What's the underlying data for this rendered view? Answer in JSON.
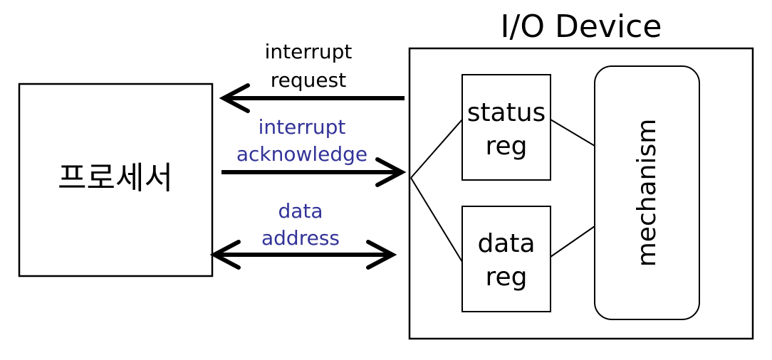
{
  "processor": {
    "label": "프로세서"
  },
  "io_device": {
    "title": "I/O Device",
    "status_reg": {
      "line1": "status",
      "line2": "reg"
    },
    "data_reg": {
      "line1": "data",
      "line2": "reg"
    },
    "mechanism": {
      "label": "mechanism"
    }
  },
  "signals": {
    "interrupt_request": {
      "line1": "interrupt",
      "line2": "request",
      "color": "#000000"
    },
    "interrupt_acknowledge": {
      "line1": "interrupt",
      "line2": "acknowledge",
      "color": "#333399"
    },
    "data_address": {
      "line1": "data",
      "line2": "address",
      "color": "#333399"
    }
  }
}
